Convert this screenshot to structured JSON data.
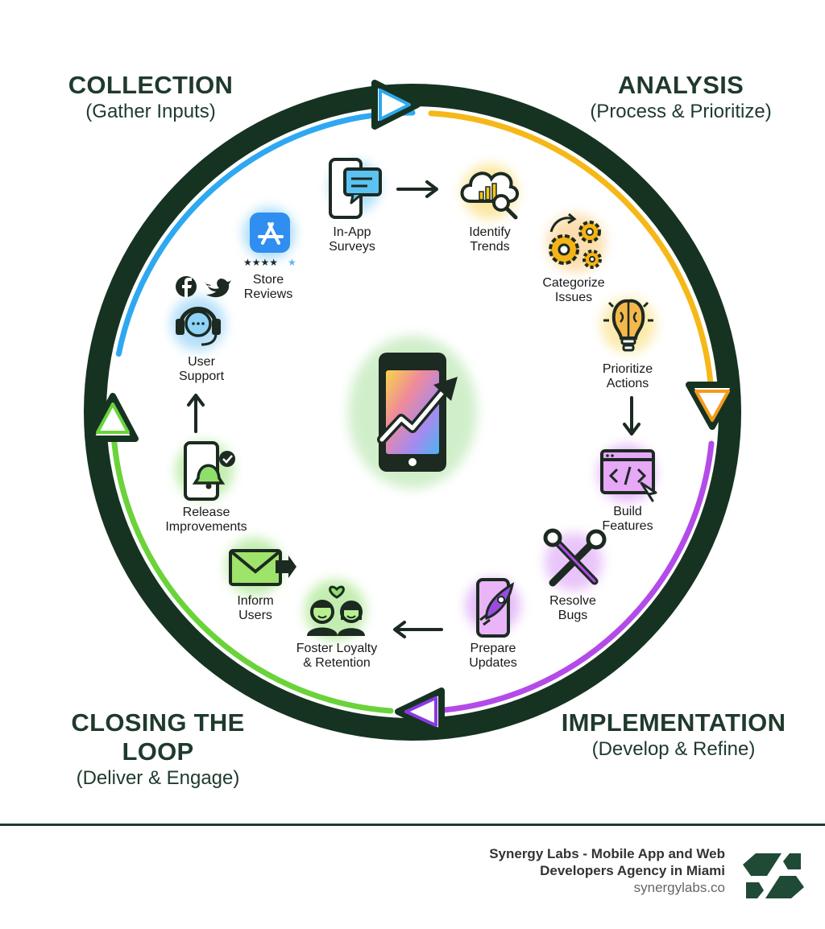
{
  "phases": {
    "collection": {
      "title": "COLLECTION",
      "subtitle": "(Gather Inputs)",
      "color": "#2ea8f0"
    },
    "analysis": {
      "title": "ANALYSIS",
      "subtitle": "(Process & Prioritize)",
      "color": "#f5c518"
    },
    "implementation": {
      "title": "IMPLEMENTATION",
      "subtitle": "(Develop & Refine)",
      "color": "#b44be8"
    },
    "closing": {
      "title": "CLOSING THE LOOP",
      "subtitle": "(Deliver & Engage)",
      "color": "#6ad33a"
    }
  },
  "steps": {
    "in_app_surveys": "In-App\nSurveys",
    "identify_trends": "Identify\nTrends",
    "categorize_issues": "Categorize\nIssues",
    "prioritize_actions": "Prioritize\nActions",
    "build_features": "Build\nFeatures",
    "resolve_bugs": "Resolve\nBugs",
    "prepare_updates": "Prepare\nUpdates",
    "foster_loyalty": "Foster Loyalty\n& Retention",
    "inform_users": "Inform\nUsers",
    "release_improvements": "Release\nImprovements",
    "user_support": "User\nSupport",
    "store_reviews": "Store\nReviews"
  },
  "footer": {
    "company_line1": "Synergy Labs - Mobile App and Web",
    "company_line2": "Developers Agency in Miami",
    "url": "synergylabs.co"
  },
  "colors": {
    "ring": "#163322",
    "text": "#1f3a2c",
    "logo": "#1f4a36"
  }
}
